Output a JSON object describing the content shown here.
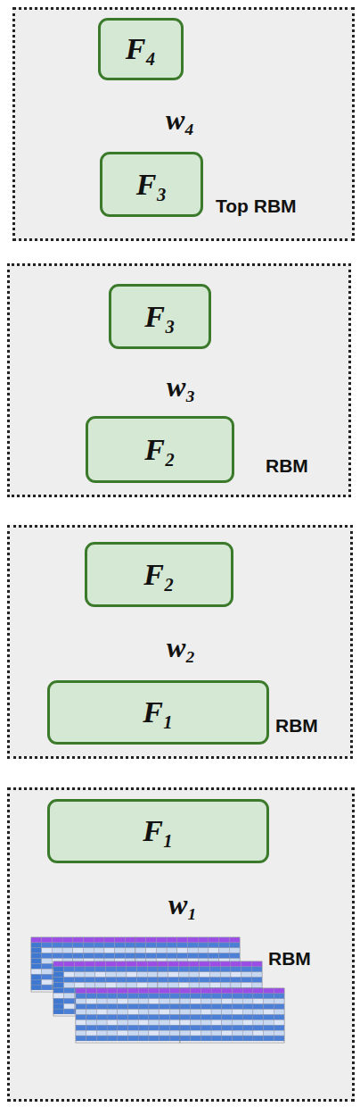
{
  "diagram": {
    "nodes": [
      {
        "text": [
          "Top RBM"
        ]
      },
      {
        "text": [
          "F₄"
        ],
        "in": 0
      },
      {
        "text": [
          "F₃"
        ],
        "in": 0
      },
      {
        "text": [
          "RBM"
        ]
      },
      {
        "text": [
          "F₃"
        ],
        "in": 3
      },
      {
        "text": [
          "F₂"
        ],
        "in": 3
      },
      {
        "text": [
          "RBM"
        ]
      },
      {
        "text": [
          "F₂"
        ],
        "in": 6
      },
      {
        "text": [
          "F₁"
        ],
        "in": 6
      },
      {
        "text": [
          "RBM"
        ]
      },
      {
        "text": [
          "F₁"
        ],
        "in": 9
      },
      {
        "text": [],
        "in": 9
      }
    ],
    "edges": [
      {
        "from": 2,
        "to": 1,
        "label": "w₄",
        "arrow": "both"
      },
      {
        "from": 5,
        "to": 4,
        "label": "w₃",
        "arrow": "both"
      },
      {
        "from": 8,
        "to": 7,
        "label": "w₂",
        "arrow": "both"
      },
      {
        "from": 11,
        "to": 10,
        "label": "w₁",
        "arrow": "both"
      }
    ]
  }
}
